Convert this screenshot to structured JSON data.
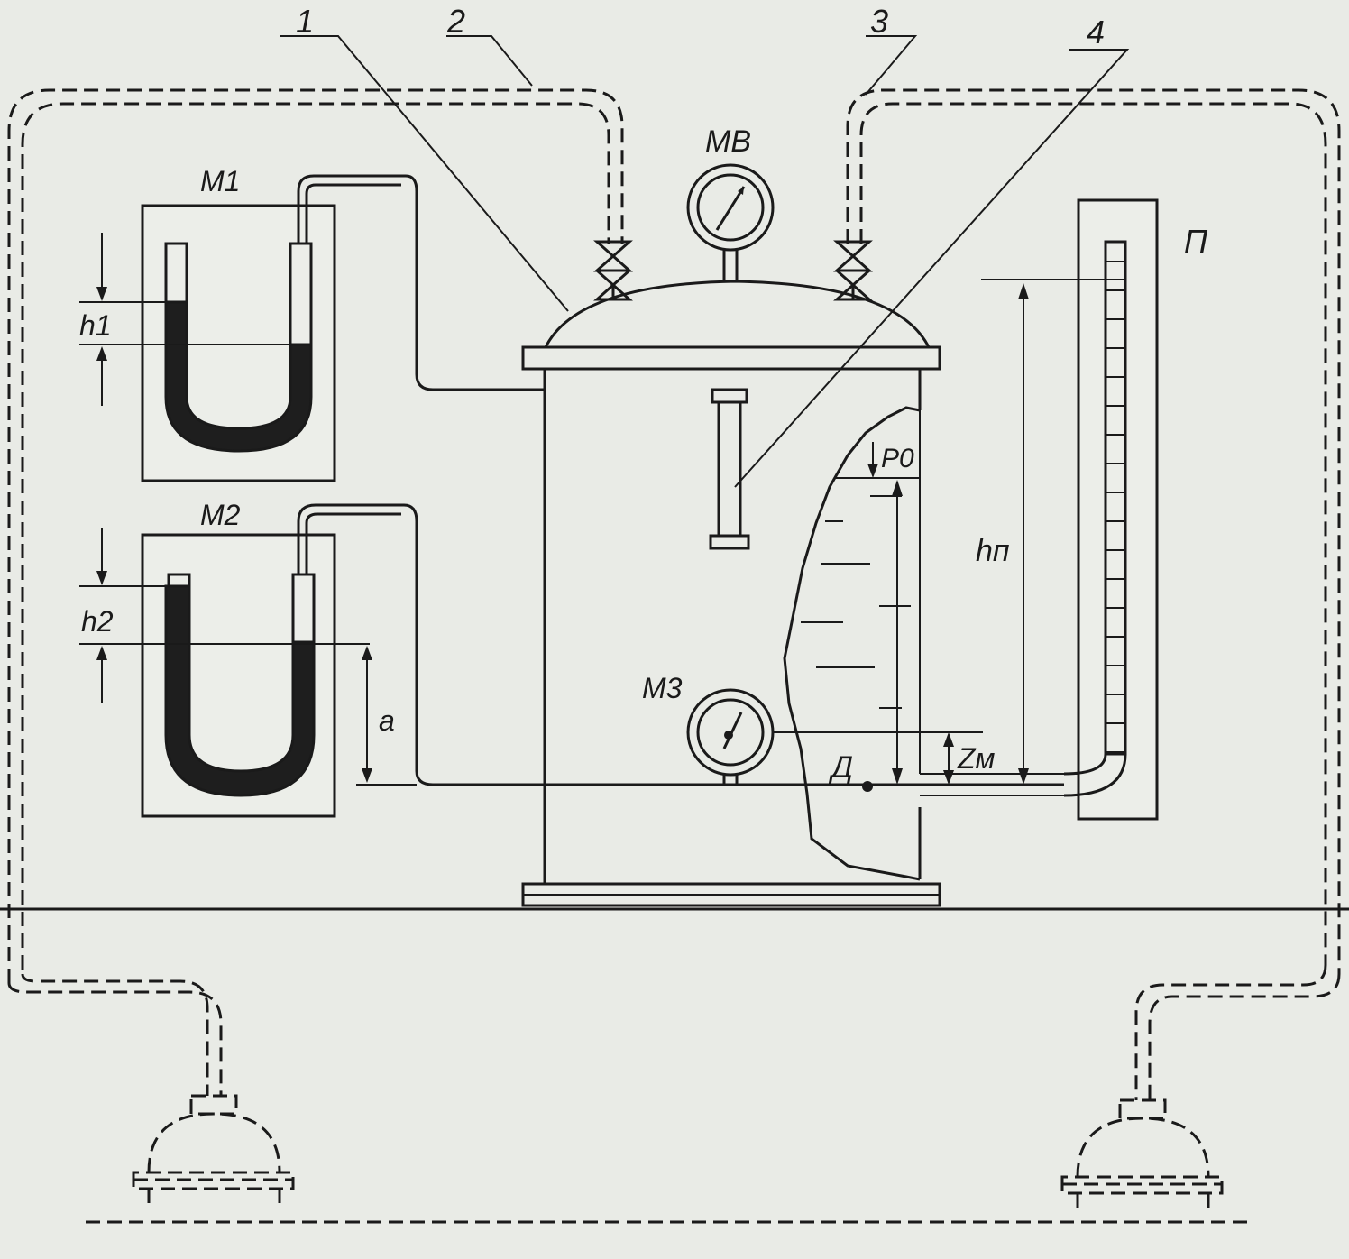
{
  "labels": {
    "callout_1": "1",
    "callout_2": "2",
    "callout_3": "3",
    "callout_4": "4",
    "gauge_top": "MB",
    "manometer_1": "M1",
    "manometer_2": "M2",
    "gauge_bottom": "M3",
    "piezometer": "П",
    "h1": "h1",
    "h2": "h2",
    "a": "a",
    "hp": "hп",
    "p0": "P0",
    "zm": "Zм",
    "point_d": "Д"
  },
  "colors": {
    "paper": "#e9ebe6",
    "ink": "#1a1a1a",
    "liquid": "#1e1e1e"
  }
}
